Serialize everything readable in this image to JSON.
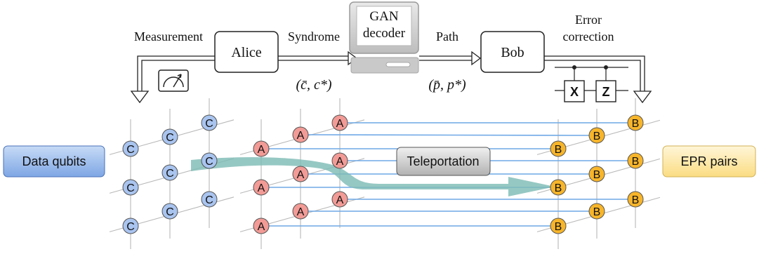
{
  "labels": {
    "measurement": "Measurement",
    "alice": "Alice",
    "syndrome": "Syndrome",
    "gan_line1": "GAN",
    "gan_line2": "decoder",
    "path": "Path",
    "bob": "Bob",
    "error_line1": "Error",
    "error_line2": "correction",
    "syndrome_formula": "(c̄, c*)",
    "path_formula": "(p̄, p*)",
    "x_gate": "X",
    "z_gate": "Z",
    "data_qubits": "Data qubits",
    "epr_pairs": "EPR pairs",
    "teleportation": "Teleportation"
  },
  "qubit_letters": {
    "c": "C",
    "a": "A",
    "b": "B"
  },
  "colors": {
    "c_fill": "#a9c4ef",
    "a_fill": "#f29b96",
    "b_fill": "#f7b52a",
    "line_blue": "#6fa8e6",
    "arrow_teal": "#7fbcb6",
    "data_box_top": "#c7dbf6",
    "data_box_bottom": "#7ea6e4",
    "epr_box_top": "#fff4d0",
    "epr_box_bottom": "#fbdf8a",
    "teleport_top": "#eeeeee",
    "teleport_bottom": "#b7b7b7"
  }
}
